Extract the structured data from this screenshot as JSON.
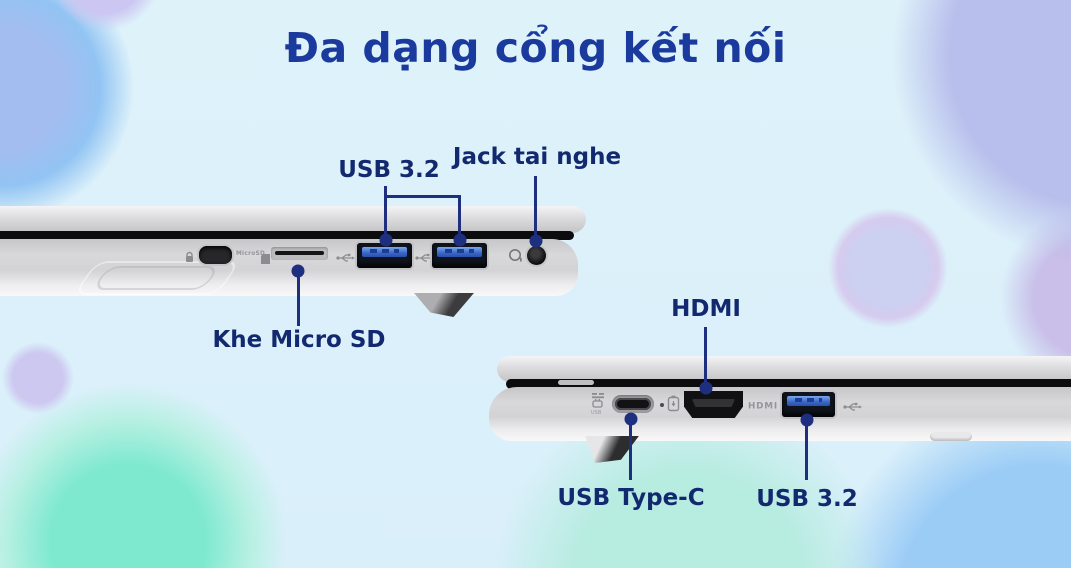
{
  "title": "Đa dạng cổng kết nối",
  "colors": {
    "title_blue": "#1b3a9e",
    "label_navy": "#13296f",
    "callout_navy": "#1d2f7e",
    "usb_tongue_blue": "#3a66c6",
    "background_base": "#ddf1fa"
  },
  "left_laptop": {
    "callouts": {
      "usb": "USB 3.2",
      "headphone": "Jack tai nghe",
      "microsd": "Khe Micro SD"
    },
    "chassis": {
      "microsd_print": "MicroSD"
    }
  },
  "right_laptop": {
    "callouts": {
      "hdmi": "HDMI",
      "typec": "USB Type-C",
      "usb": "USB 3.2"
    },
    "chassis": {
      "hdmi_print": "HDMI"
    }
  },
  "icons": {
    "lock": "kensington-lock-icon",
    "sd": "sd-card-icon",
    "usb": "usb-trident-icon",
    "headset": "headset-icon",
    "charging": "charging-port-icon",
    "battery": "battery-status-icon"
  }
}
